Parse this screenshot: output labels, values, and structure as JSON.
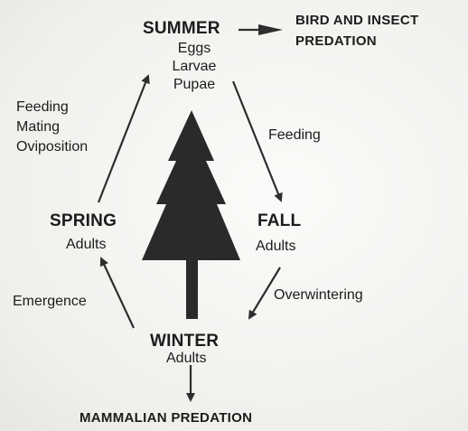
{
  "seasons": {
    "summer": {
      "name": "SUMMER",
      "stages": [
        "Eggs",
        "Larvae",
        "Pupae"
      ]
    },
    "fall": {
      "name": "FALL",
      "stages": [
        "Adults"
      ]
    },
    "winter": {
      "name": "WINTER",
      "stages": [
        "Adults"
      ]
    },
    "spring": {
      "name": "SPRING",
      "stages": [
        "Adults"
      ]
    }
  },
  "activities": {
    "spring_to_summer": [
      "Feeding",
      "Mating",
      "Oviposition"
    ],
    "summer_to_fall": "Feeding",
    "fall_to_winter": "Overwintering",
    "winter_to_spring": "Emergence"
  },
  "predation": {
    "summer": [
      "BIRD AND INSECT",
      "PREDATION"
    ],
    "winter": "MAMMALIAN PREDATION"
  },
  "center_icon": "pine-tree-icon",
  "colors": {
    "ink": "#1c1c1c",
    "tree": "#2a2a2a",
    "arrow": "#2e2e2e"
  }
}
